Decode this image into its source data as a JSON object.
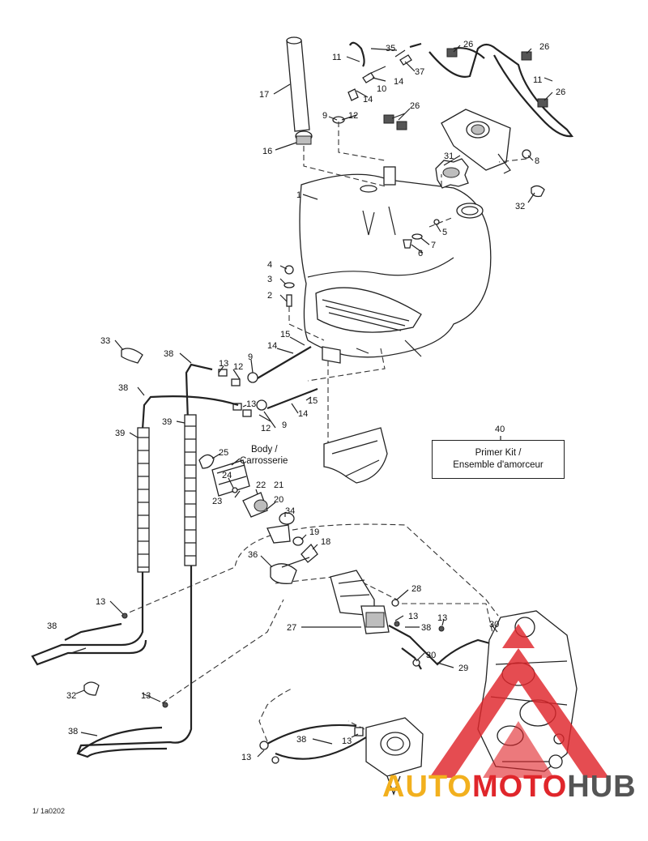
{
  "diagram": {
    "code": "1/ 1a0202",
    "labels": {
      "body": "Body /",
      "body_fr": "Carrosserie",
      "kit_en": "Primer Kit /",
      "kit_fr": "Ensemble d'amorceur"
    },
    "callouts": [
      {
        "id": "c17",
        "text": "17"
      },
      {
        "id": "c16",
        "text": "16"
      },
      {
        "id": "c35",
        "text": "35"
      },
      {
        "id": "c11a",
        "text": "11"
      },
      {
        "id": "c37",
        "text": "37"
      },
      {
        "id": "c14a",
        "text": "14"
      },
      {
        "id": "c10",
        "text": "10"
      },
      {
        "id": "c14b",
        "text": "14"
      },
      {
        "id": "c9a",
        "text": "9"
      },
      {
        "id": "c12a",
        "text": "12"
      },
      {
        "id": "c26a",
        "text": "26"
      },
      {
        "id": "c26b",
        "text": "26"
      },
      {
        "id": "c11b",
        "text": "11"
      },
      {
        "id": "c26c",
        "text": "26"
      },
      {
        "id": "c26d",
        "text": "26"
      },
      {
        "id": "c31",
        "text": "31"
      },
      {
        "id": "c8",
        "text": "8"
      },
      {
        "id": "c32a",
        "text": "32"
      },
      {
        "id": "c1",
        "text": "1"
      },
      {
        "id": "c5",
        "text": "5"
      },
      {
        "id": "c7",
        "text": "7"
      },
      {
        "id": "c6",
        "text": "6"
      },
      {
        "id": "c4",
        "text": "4"
      },
      {
        "id": "c3",
        "text": "3"
      },
      {
        "id": "c2",
        "text": "2"
      },
      {
        "id": "c33",
        "text": "33"
      },
      {
        "id": "c38a",
        "text": "38"
      },
      {
        "id": "c13a",
        "text": "13"
      },
      {
        "id": "c12b",
        "text": "12"
      },
      {
        "id": "c9b",
        "text": "9"
      },
      {
        "id": "c14c",
        "text": "14"
      },
      {
        "id": "c15a",
        "text": "15"
      },
      {
        "id": "c38b",
        "text": "38"
      },
      {
        "id": "c13b",
        "text": "13"
      },
      {
        "id": "c15b",
        "text": "15"
      },
      {
        "id": "c14d",
        "text": "14"
      },
      {
        "id": "c12c",
        "text": "12"
      },
      {
        "id": "c9c",
        "text": "9"
      },
      {
        "id": "c39a",
        "text": "39"
      },
      {
        "id": "c39b",
        "text": "39"
      },
      {
        "id": "c25",
        "text": "25"
      },
      {
        "id": "c24",
        "text": "24"
      },
      {
        "id": "c22",
        "text": "22"
      },
      {
        "id": "c21",
        "text": "21"
      },
      {
        "id": "c23",
        "text": "23"
      },
      {
        "id": "c20",
        "text": "20"
      },
      {
        "id": "c34",
        "text": "34"
      },
      {
        "id": "c19",
        "text": "19"
      },
      {
        "id": "c18",
        "text": "18"
      },
      {
        "id": "c36",
        "text": "36"
      },
      {
        "id": "c40",
        "text": "40"
      },
      {
        "id": "c28",
        "text": "28"
      },
      {
        "id": "c13c",
        "text": "13"
      },
      {
        "id": "c13d",
        "text": "13"
      },
      {
        "id": "c27",
        "text": "27"
      },
      {
        "id": "c38c",
        "text": "38"
      },
      {
        "id": "c30a",
        "text": "30"
      },
      {
        "id": "c30b",
        "text": "30"
      },
      {
        "id": "c29",
        "text": "29"
      },
      {
        "id": "c13e",
        "text": "13"
      },
      {
        "id": "c38d",
        "text": "38"
      },
      {
        "id": "c32b",
        "text": "32"
      },
      {
        "id": "c13f",
        "text": "13"
      },
      {
        "id": "c38e",
        "text": "38"
      },
      {
        "id": "c38f",
        "text": "38"
      },
      {
        "id": "c13g",
        "text": "13"
      },
      {
        "id": "c13h",
        "text": "13"
      }
    ]
  },
  "watermark": {
    "brand_auto": "AUTO",
    "brand_moto": "MOTO",
    "brand_hub": "HUB",
    "color_red": "#e0262b",
    "color_gold": "#f2b01e",
    "color_grey": "#555555"
  }
}
